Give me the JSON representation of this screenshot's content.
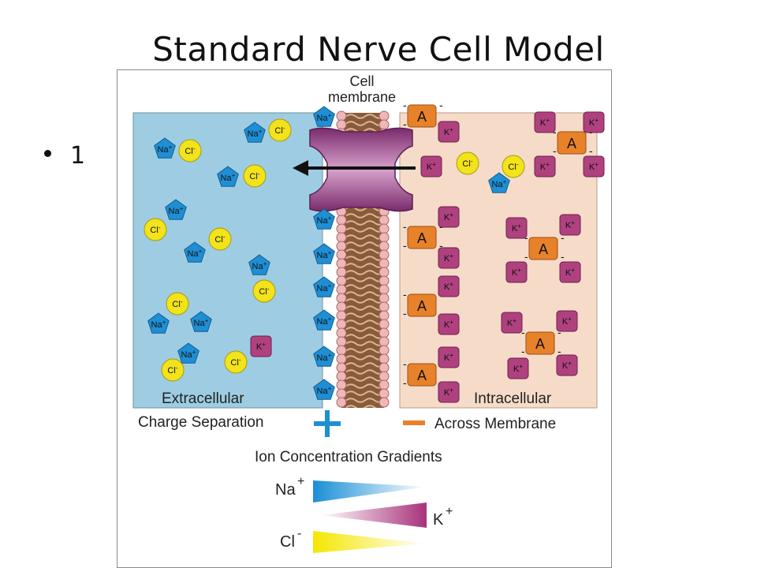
{
  "slide": {
    "title": "Standard Nerve Cell Model",
    "bullets": [
      "1"
    ]
  },
  "figure": {
    "membrane_label_line1": "Cell",
    "membrane_label_line2": "membrane",
    "extracellular_label": "Extracellular",
    "intracellular_label": "Intracellular",
    "charge_separation_label": "Charge Separation",
    "across_membrane_label": "Across Membrane",
    "plus_symbol": "+",
    "minus_symbol": "–",
    "gradients_title": "Ion Concentration Gradients",
    "gradients": [
      {
        "ion": "Na",
        "charge": "+",
        "direction": "high-outside",
        "color": "#1a8fd6"
      },
      {
        "ion": "K",
        "charge": "+",
        "direction": "high-inside",
        "color": "#a8327a"
      },
      {
        "ion": "Cl",
        "charge": "-",
        "direction": "high-outside",
        "color": "#f5e600"
      }
    ],
    "ion_labels": {
      "na": "Na",
      "na_charge": "+",
      "cl": "Cl",
      "cl_charge": "-",
      "k": "K",
      "k_charge": "+",
      "anion": "A",
      "anion_charge": "-"
    },
    "colors": {
      "extracellular": "#9ecde3",
      "intracellular": "#f6dcc8",
      "na": "#1e8fd4",
      "cl": "#f2e31a",
      "k": "#b0417f",
      "anion": "#e8822a",
      "plus": "#1e8fd4",
      "minus": "#e8822a"
    }
  }
}
